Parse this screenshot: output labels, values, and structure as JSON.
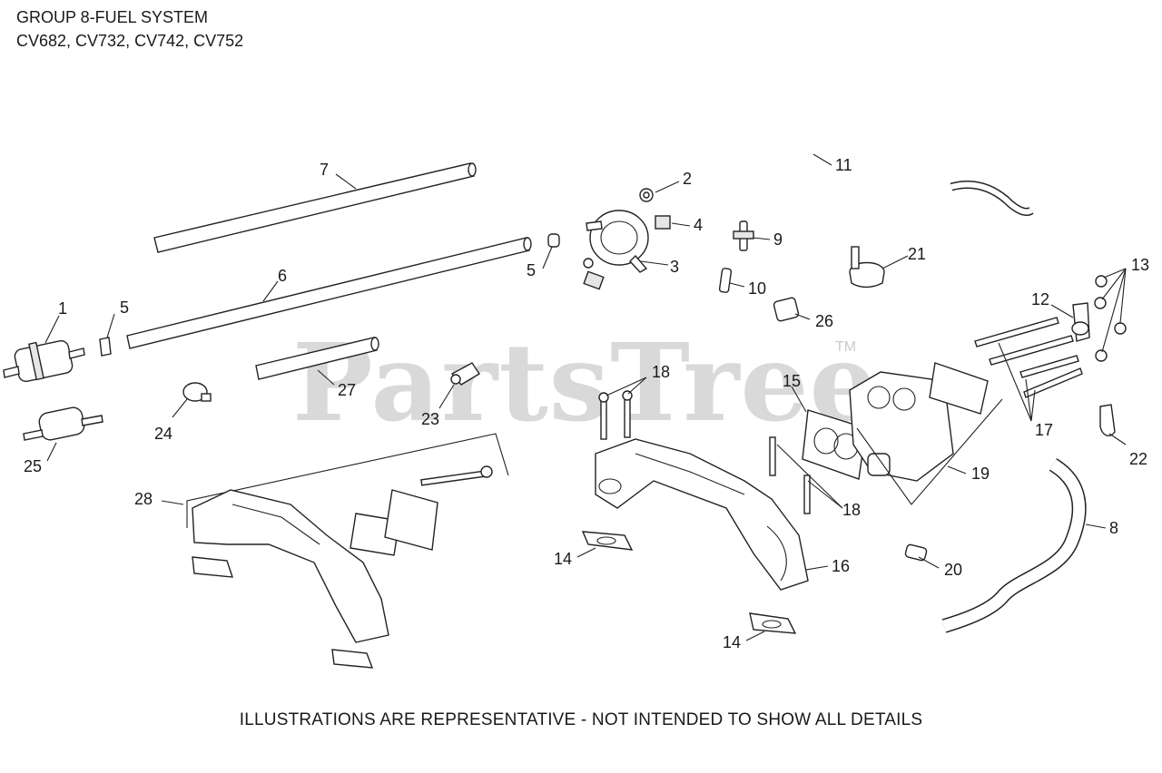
{
  "header": {
    "title": "GROUP 8-FUEL SYSTEM",
    "models": "CV682, CV732, CV742, CV752"
  },
  "watermark": {
    "text": "PartsTree",
    "tm": "TM"
  },
  "footer": {
    "note": "ILLUSTRATIONS ARE REPRESENTATIVE - NOT INTENDED TO SHOW ALL DETAILS"
  },
  "callouts": {
    "c1": "1",
    "c2": "2",
    "c3": "3",
    "c4": "4",
    "c5a": "5",
    "c5b": "5",
    "c6": "6",
    "c7": "7",
    "c8": "8",
    "c9": "9",
    "c10": "10",
    "c11": "11",
    "c12": "12",
    "c13": "13",
    "c14a": "14",
    "c14b": "14",
    "c15": "15",
    "c16": "16",
    "c17": "17",
    "c18a": "18",
    "c18b": "18",
    "c19": "19",
    "c20": "20",
    "c21": "21",
    "c22": "22",
    "c23": "23",
    "c24": "24",
    "c25": "25",
    "c26": "26",
    "c27": "27",
    "c28": "28"
  }
}
